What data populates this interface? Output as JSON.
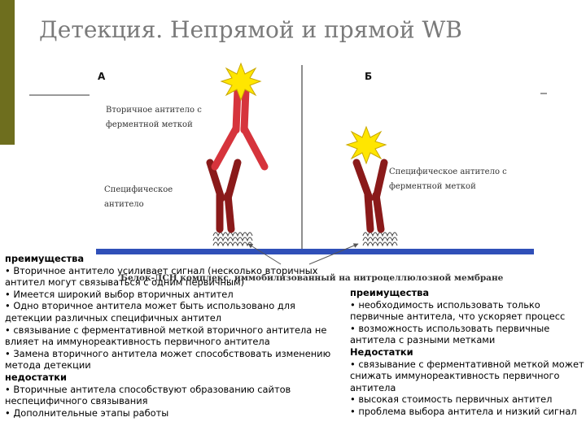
{
  "title": "Детекция. Непрямой и прямой WB",
  "diagram": {
    "panel_a": "А",
    "panel_b": "Б",
    "secondary_antibody_label": [
      "Вторичное антитело с",
      "ферментной меткой"
    ],
    "specific_antibody_label_a": [
      "Специфическое",
      "антитело"
    ],
    "specific_antibody_label_b": [
      "Специфическое антитело с",
      "ферментной меткой"
    ],
    "membrane_label": "Белок-ДСН комплекс, иммобилизованный на нитроцеллюлозной мембране",
    "colors": {
      "secondary": "#d6343c",
      "primary": "#8a1a1a",
      "membrane": "#2f4fb8",
      "star": "#ffe600"
    }
  },
  "left_column": {
    "advantages_title": "преимущества",
    "advantages": [
      "• Вторичное антитело усиливает сигнал (несколько вторичных антител могут связываться с одним первичным)",
      "• Имеется широкий выбор вторичных антител",
      "• Одно вторичное антитела может быть использовано для детекции различных специфичных антител",
      "• связывание с ферментативной меткой вторичного антитела не влияет на иммунореактивность первичного антитела",
      "• Замена вторичного антитела может способствовать изменению метода детекции"
    ],
    "disadvantages_title": " недостатки",
    "disadvantages": [
      "• Вторичные антитела способствуют образованию сайтов неспецифичного связывания",
      "• Дополнительные этапы работы"
    ]
  },
  "right_column": {
    "advantages_title": "преимущества",
    "advantages": [
      "• необходимость использовать только первичные антитела, что ускоряет процесс",
      "• возможность использовать первичные антитела с разными метками"
    ],
    "disadvantages_title": " Недостатки",
    "disadvantages": [
      "• связывание с ферментативной меткой может снижать иммунореактивность первичного антитела",
      "• высокая стоимость первичных антител",
      "• проблема выбора антитела и низкий сигнал"
    ]
  }
}
